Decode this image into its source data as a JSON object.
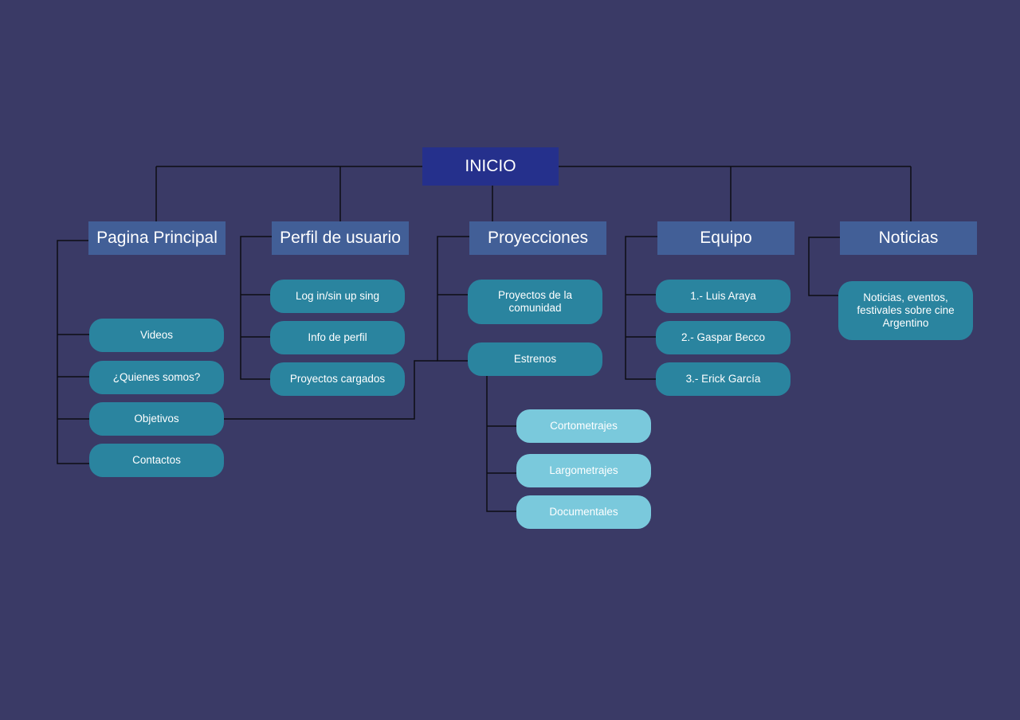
{
  "diagram": {
    "root": {
      "label": "INICIO"
    },
    "sections": {
      "pagina_principal": {
        "label": "Pagina Principal",
        "items": [
          "Videos",
          "¿Quienes somos?",
          "Objetivos",
          "Contactos"
        ]
      },
      "perfil_usuario": {
        "label": "Perfil de usuario",
        "items": [
          "Log in/sin up sing",
          "Info de perfil",
          "Proyectos cargados"
        ]
      },
      "proyecciones": {
        "label": "Proyecciones",
        "items": [
          "Proyectos de la comunidad",
          "Estrenos"
        ],
        "estrenos_items": [
          "Cortometrajes",
          "Largometrajes",
          "Documentales"
        ]
      },
      "equipo": {
        "label": "Equipo",
        "items": [
          "1.- Luis Araya",
          "2.- Gaspar Becco",
          "3.- Erick García"
        ]
      },
      "noticias": {
        "label": "Noticias",
        "items": [
          "Noticias, eventos, festivales sobre cine Argentino"
        ]
      }
    },
    "colors": {
      "background": "#3a3a66",
      "root_fill": "#25308c",
      "section_fill": "#425f97",
      "pill_fill": "#2a849f",
      "pill_light_fill": "#7ac9dc",
      "connector": "#0c0c14"
    }
  }
}
